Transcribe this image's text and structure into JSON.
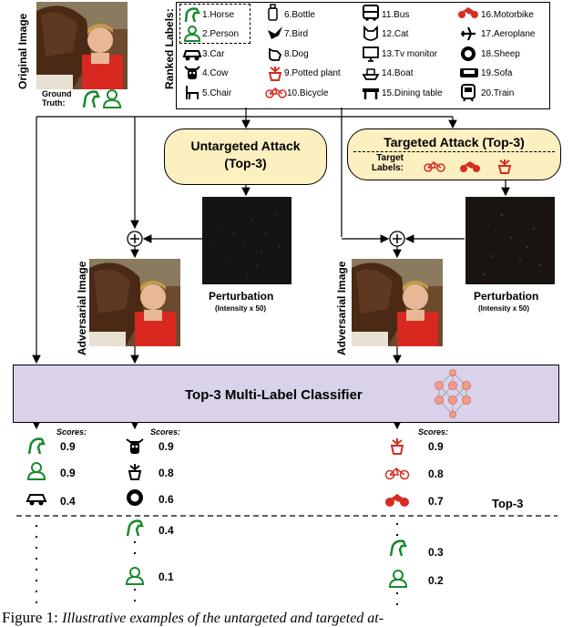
{
  "original": {
    "vlabel": "Original Image",
    "ground_truth": "Ground\nTruth:"
  },
  "ranked_labels": {
    "vlabel": "Ranked Labels:",
    "items": [
      {
        "label": "1.Horse"
      },
      {
        "label": "2.Person"
      },
      {
        "label": "3.Car"
      },
      {
        "label": "4.Cow"
      },
      {
        "label": "5.Chair"
      },
      {
        "label": "6.Bottle"
      },
      {
        "label": "7.Bird"
      },
      {
        "label": "8.Dog"
      },
      {
        "label": "9.Potted plant"
      },
      {
        "label": "10.Bicycle"
      },
      {
        "label": "11.Bus"
      },
      {
        "label": "12.Cat"
      },
      {
        "label": "13.Tv monitor"
      },
      {
        "label": "14.Boat"
      },
      {
        "label": "15.Dining table"
      },
      {
        "label": "16.Motorbike"
      },
      {
        "label": "17.Aeroplane"
      },
      {
        "label": "18.Sheep"
      },
      {
        "label": "19.Sofa"
      },
      {
        "label": "20.Train"
      }
    ]
  },
  "untargeted": {
    "title": "Untargeted Attack",
    "sub": "(Top-3)"
  },
  "targeted": {
    "title": "Targeted Attack (Top-3)",
    "target_labels": "Target\nLabels:"
  },
  "perturbation": {
    "label": "Perturbation",
    "sub": "(Intensity x 50)"
  },
  "adversarial": {
    "vlabel": "Adversarial Image"
  },
  "classifier": {
    "title": "Top-3 Multi-Label Classifier"
  },
  "scores_header": "Scores:",
  "top3": "Top-3",
  "col1_scores": [
    "0.9",
    "0.9",
    "0.4"
  ],
  "col2_scores": [
    "0.9",
    "0.8",
    "0.6",
    "0.4",
    "0.1"
  ],
  "col3_scores": [
    "0.9",
    "0.8",
    "0.7",
    "0.3",
    "0.2"
  ],
  "caption": {
    "prefix": "Figure 1:",
    "text": "Illustrative examples of the untargeted and targeted at-"
  },
  "colors": {
    "green": "#1a8a2e",
    "red": "#d62d20",
    "box": "#d9d2ea",
    "attack": "#fcefc0"
  }
}
